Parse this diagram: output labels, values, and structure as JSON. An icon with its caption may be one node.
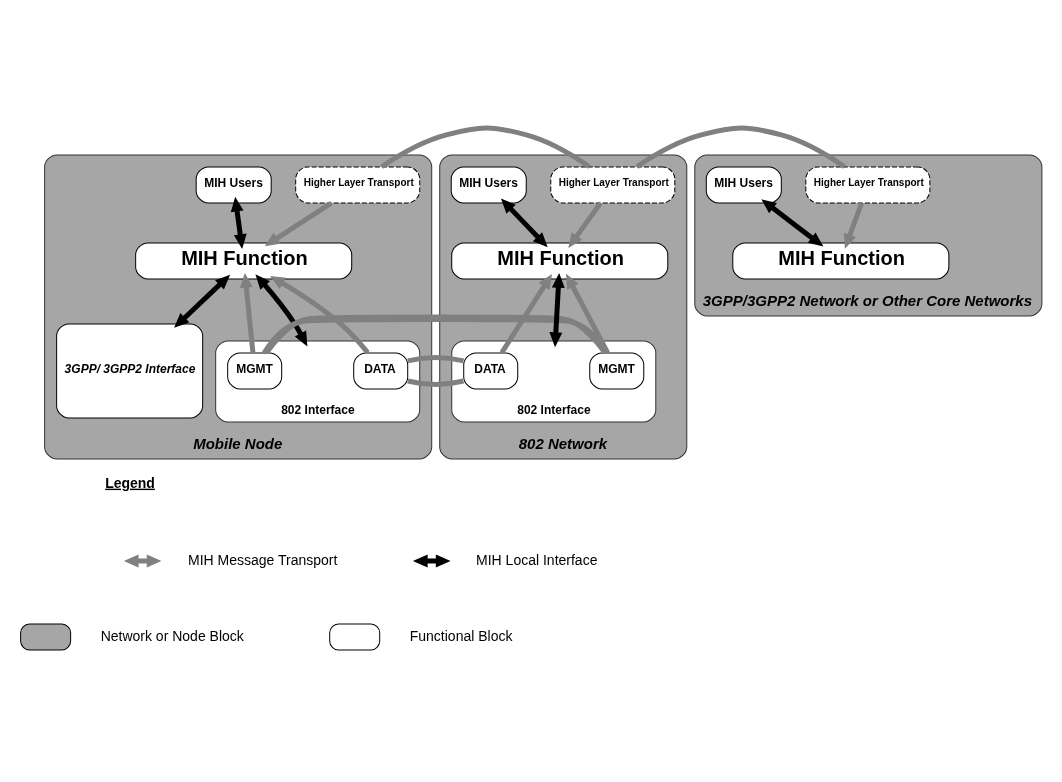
{
  "diagram": {
    "nodes": [
      {
        "text": [
          "Mobile Node"
        ]
      },
      {
        "text": [
          "Higher Layer Transport"
        ],
        "in": 0
      },
      {
        "text": [
          "MIH Users"
        ],
        "in": 0
      },
      {
        "text": [
          "MIH Function"
        ],
        "in": 0
      },
      {
        "text": [
          "3GPP/ 3GPP2 Interface"
        ],
        "in": 0
      },
      {
        "text": [
          "802 Interface"
        ],
        "in": 0
      },
      {
        "text": [
          "MGMT"
        ],
        "in": 5
      },
      {
        "text": [
          "DATA"
        ],
        "in": 5
      },
      {
        "text": [
          "802 Network"
        ]
      },
      {
        "text": [
          "Higher Layer Transport"
        ],
        "in": 8
      },
      {
        "text": [
          "MIH Users"
        ],
        "in": 8
      },
      {
        "text": [
          "MIH Function"
        ],
        "in": 8
      },
      {
        "text": [
          "802 Interface"
        ],
        "in": 8
      },
      {
        "text": [
          "DATA"
        ],
        "in": 12
      },
      {
        "text": [
          "MGMT"
        ],
        "in": 12
      },
      {
        "text": [
          "3GPP/3GPP2 Network or Other Core Networks"
        ]
      },
      {
        "text": [
          "Higher Layer Transport"
        ],
        "in": 15
      },
      {
        "text": [
          "MIH Users"
        ],
        "in": 15
      },
      {
        "text": [
          "MIH Function"
        ],
        "in": 15
      }
    ],
    "edges": [
      {
        "from": 1,
        "to": 9,
        "arrow": "none"
      },
      {
        "from": 9,
        "to": 16,
        "arrow": "none"
      },
      {
        "from": 1,
        "to": 3,
        "arrow": "to"
      },
      {
        "from": 9,
        "to": 11,
        "arrow": "to"
      },
      {
        "from": 16,
        "to": 18,
        "arrow": "to"
      },
      {
        "from": 2,
        "to": 3,
        "arrow": "both",
        "color": "#000000"
      },
      {
        "from": 10,
        "to": 11,
        "arrow": "both",
        "color": "#000000"
      },
      {
        "from": 17,
        "to": 18,
        "arrow": "both",
        "color": "#000000"
      },
      {
        "from": 3,
        "to": 4,
        "arrow": "both",
        "color": "#000000"
      },
      {
        "from": 3,
        "to": 5,
        "arrow": "both",
        "color": "#000000"
      },
      {
        "from": 11,
        "to": 12,
        "arrow": "both",
        "color": "#000000"
      },
      {
        "from": 6,
        "to": 3,
        "arrow": "to"
      },
      {
        "from": 7,
        "to": 3,
        "arrow": "to"
      },
      {
        "from": 13,
        "to": 11,
        "arrow": "to"
      },
      {
        "from": 14,
        "to": 11,
        "arrow": "to"
      },
      {
        "from": 7,
        "to": 13,
        "arrow": "none"
      },
      {
        "from": 6,
        "to": 14,
        "arrow": "none"
      }
    ],
    "labels": [
      "Legend"
    ],
    "legend": [
      {
        "text": "MIH Message Transport"
      },
      {
        "text": "MIH Local Interface"
      },
      {
        "text": "Network or Node Block",
        "color": "#a6a6a6"
      },
      {
        "text": "Functional Block",
        "color": "#ffffff"
      }
    ]
  }
}
